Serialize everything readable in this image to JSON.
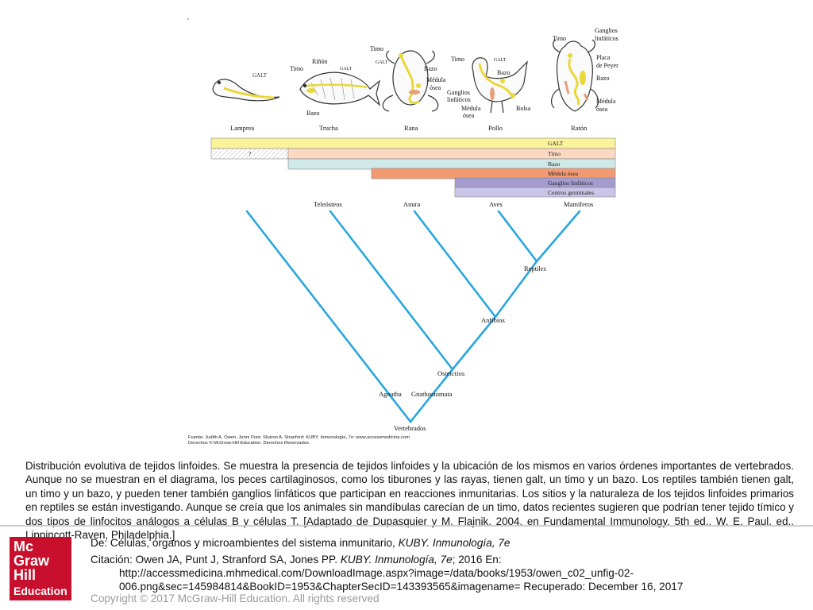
{
  "mark": "'",
  "figure": {
    "organisms": [
      {
        "name": "Lamprea",
        "labels": [
          "GALT"
        ]
      },
      {
        "name": "Trucha",
        "labels": [
          "Timo",
          "Riñón",
          "GALT",
          "Bazo"
        ]
      },
      {
        "name": "Rana",
        "labels": [
          "Timo",
          "GALT",
          "Bazo",
          "Médula",
          "ósea"
        ]
      },
      {
        "name": "Pollo",
        "labels": [
          "Timo",
          "GALT",
          "Bazo",
          "Ganglios",
          "linfáticos",
          "Médula",
          "ósea",
          "Bolsa"
        ]
      },
      {
        "name": "Ratón",
        "labels": [
          "Timo",
          "Ganglios",
          "linfáticos",
          "Placa",
          "de Peyer",
          "Bazo",
          "Médula",
          "ósea"
        ]
      }
    ],
    "tissue_bars": [
      {
        "label": "GALT",
        "color": "#fbf39a"
      },
      {
        "label": "Timo",
        "color": "#fcd9c2"
      },
      {
        "label": "Bazo",
        "color": "#cfe8e8"
      },
      {
        "label": "Médula ósea",
        "color": "#f39a72"
      },
      {
        "label": "Ganglios linfáticos",
        "color": "#a49bd0"
      },
      {
        "label": "Centros germinales",
        "color": "#c9c5e8"
      }
    ],
    "unknown_marker": "?",
    "tree_color": "#2aa6df",
    "tree_labels": {
      "teleosteos": "Teleósteos",
      "anura": "Anura",
      "aves": "Aves",
      "mamiferos": "Mamíferos",
      "reptiles": "Reptiles",
      "anfibios": "Anfibios",
      "osteictios": "Osteictios",
      "agnatha": "Agnatha",
      "gnathostomata": "Gnathostomata",
      "vertebrados": "Vertebrados"
    },
    "source_line1": "Fuente: Judith A. Owen, Jenni Punt, Sharon A. Stranford: KUBY. Inmunología, 7e: www.accessmedicina.com",
    "source_line2": "Derechos © McGraw-Hill Education. Derechos Reservados."
  },
  "caption": "Distribución evolutiva de tejidos linfoides. Se muestra la presencia de tejidos linfoides y la ubicación de los mismos en varios órdenes importantes de vertebrados. Aunque no se muestran en el diagrama, los peces cartilaginosos, como los tiburones y las rayas, tienen galt, un timo y un bazo. Los reptiles también tienen galt, un timo y un bazo, y pueden tener también ganglios linfáticos que participan en reacciones inmunitarias. Los sitios y la naturaleza de los tejidos linfoides primarios en reptiles se están investigando. Aunque se creía que los animales sin mandíbulas carecían de un timo, datos recientes sugieren que podrían tener tejido tímico y dos tipos de linfocitos análogos a células B y células T. [Adaptado de Dupasquier y M. Flajnik, 2004, en Fundamental Immunology, 5th ed., W. E. Paul, ed., Lippincott-Raven, Philadelphia.]",
  "logo": {
    "line1": "Mc",
    "line2": "Graw",
    "line3": "Hill",
    "line4": "Education",
    "color": "#c8102e"
  },
  "citation": {
    "from_prefix": "De: Células, órganos y microambientes del sistema inmunitario, ",
    "from_title": "KUBY. Inmunología, 7e",
    "cite_prefix": "Citación: Owen JA, Punt J, Stranford SA, Jones PP. ",
    "cite_title": "KUBY. Inmunología, 7e",
    "cite_suffix": "; 2016 En:",
    "url_line1": "http://accessmedicina.mhmedical.com/DownloadImage.aspx?image=/data/books/1953/owen_c02_unfig-02-",
    "url_line2": "006.png&sec=145984814&BookID=1953&ChapterSecID=143393565&imagename= Recuperado: December 16, 2017"
  },
  "copyright": "Copyright © 2017 McGraw-Hill Education. All rights reserved"
}
